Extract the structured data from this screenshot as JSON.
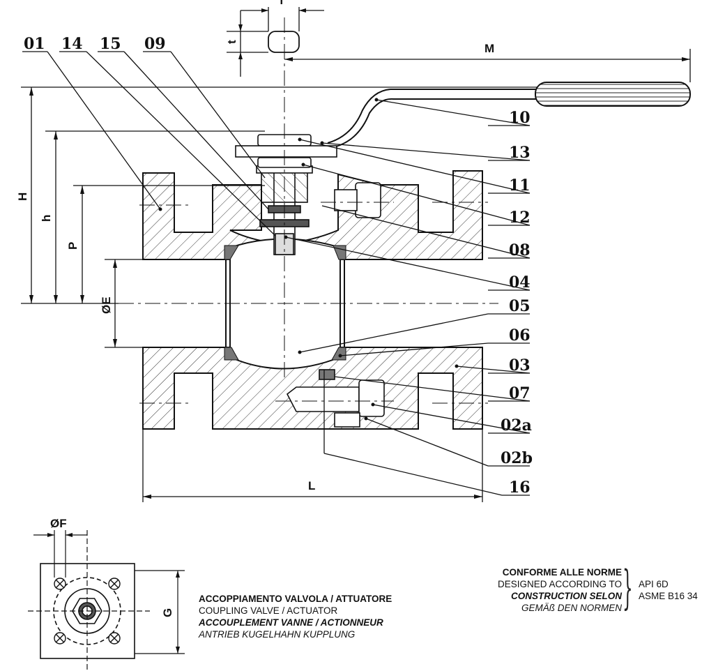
{
  "callouts": {
    "c01": "01",
    "c14": "14",
    "c15": "15",
    "c09": "09",
    "c10": "10",
    "c13": "13",
    "c11": "11",
    "c12": "12",
    "c08": "08",
    "c04": "04",
    "c05": "05",
    "c06": "06",
    "c03": "03",
    "c07": "07",
    "c02a": "02a",
    "c02b": "02b",
    "c16": "16"
  },
  "dimensions": {
    "f": "f",
    "t": "t",
    "M": "M",
    "H": "H",
    "h": "h",
    "P": "P",
    "E": "ØE",
    "L": "L",
    "F": "ØF",
    "G": "G"
  },
  "coupling": {
    "it": "ACCOPPIAMENTO VALVOLA /  ATTUATORE",
    "en": "COUPLING VALVE / ACTUATOR",
    "fr": "ACCOUPLEMENT VANNE / ACTIONNEUR",
    "de": "ANTRIEB KUGELHAHN KUPPLUNG"
  },
  "norms": {
    "it": "CONFORME ALLE NORME",
    "en": "DESIGNED ACCORDING TO",
    "fr": "CONSTRUCTION SELON",
    "de": "GEMÄß DEN NORMEN",
    "std1": "API 6D",
    "std2": "ASME B16 34"
  }
}
